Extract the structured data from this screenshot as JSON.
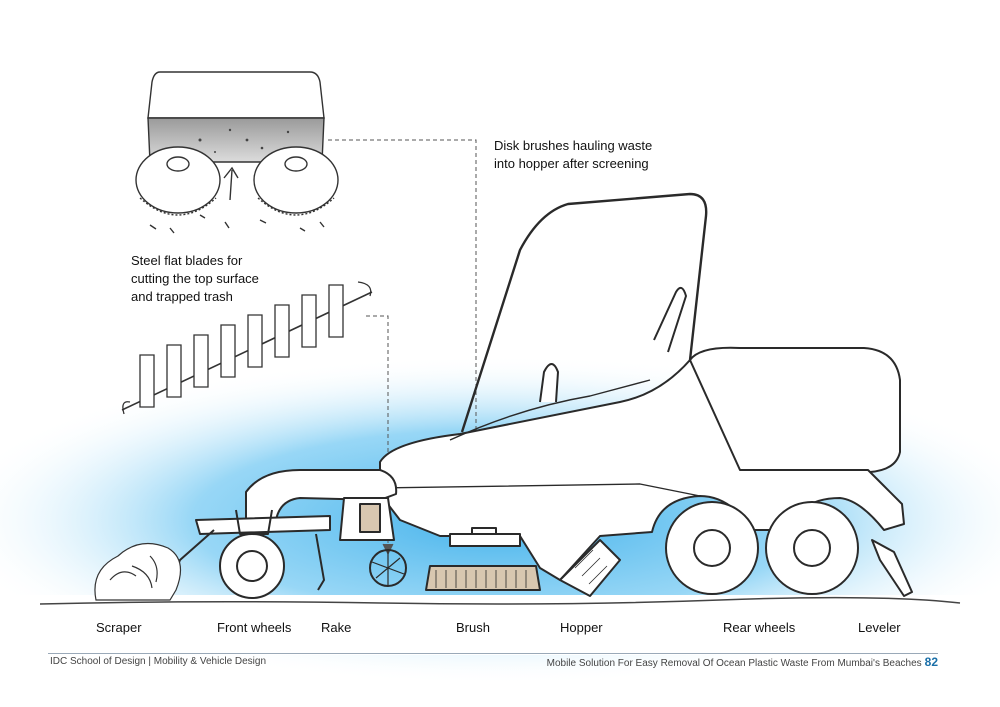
{
  "callouts": {
    "disk_brushes_line1": "Disk brushes hauling waste",
    "disk_brushes_line2": "into hopper after screening",
    "blades_line1": "Steel flat blades for",
    "blades_line2": "cutting the top surface",
    "blades_line3": "and trapped trash"
  },
  "part_labels": {
    "scraper": "Scraper",
    "front_wheels": "Front wheels",
    "rake": "Rake",
    "brush": "Brush",
    "hopper": "Hopper",
    "rear_wheels": "Rear wheels",
    "leveler": "Leveler"
  },
  "footer": {
    "left": "IDC School of Design | Mobility & Vehicle Design",
    "right": "Mobile Solution For Easy Removal Of Ocean Plastic Waste From Mumbai's Beaches",
    "page_number": "82"
  },
  "colors": {
    "sky_glow": "#3aaeea",
    "sketch_stroke": "#2a2a2a",
    "page_number": "#1a6fa8"
  }
}
